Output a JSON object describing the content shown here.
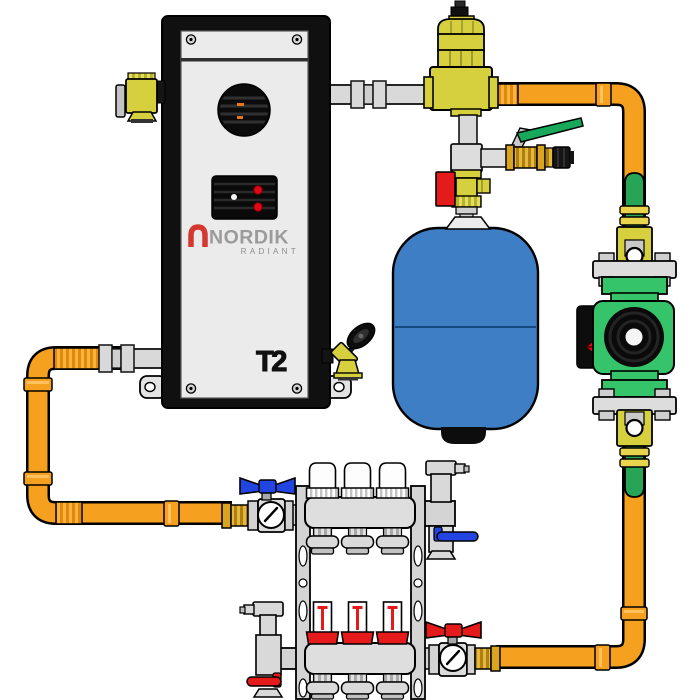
{
  "diagram": {
    "type": "hydronic-radiant-heating-package",
    "boiler": {
      "brand": "NORDIK",
      "brand_sub": "RADIANT",
      "model_mark": "T2"
    },
    "manifold": {
      "loop_count": 3
    },
    "colors": {
      "pipe_orange": "#F5A01F",
      "pipe_green": "#28A457",
      "pump_green": "#35C46A",
      "brass_yellow": "#D6D03F",
      "fitting_brass": "#D9A520",
      "tank_blue": "#3E7EC4",
      "metal_gray": "#D9D9D9",
      "handle_blue": "#2244E0",
      "handle_red": "#E51A1A",
      "handle_green": "#18A85A",
      "logo_red": "#D5382F",
      "panel_gray": "#EBEBEB",
      "frame_black": "#101010"
    },
    "components": [
      "electric-boiler",
      "pressure-relief-valve",
      "boiler-drain-valve",
      "air-separator-with-vent",
      "fill-valve-green-handle",
      "tank-isolation-valve-red-handle",
      "expansion-tank",
      "circulator-pump",
      "pump-isolation-valves",
      "manifold-supply-bar",
      "manifold-loop-caps",
      "manifold-return-bar",
      "manifold-flow-meters",
      "manifold-air-vents-and-drains",
      "supply-shutoff-valve-blue-handle-thermometer",
      "return-shutoff-valve-red-handle-thermometer",
      "supply-piping-orange"
    ]
  }
}
